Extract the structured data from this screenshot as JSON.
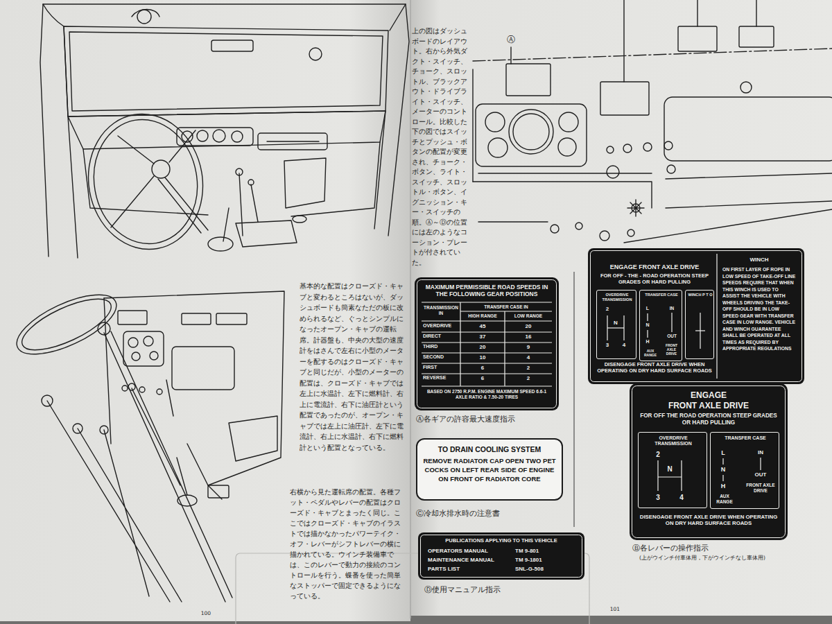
{
  "diagram": {
    "nodes": [
      {
        "text": [
          "MAXIMUM PERMISSIBLE ROAD SPEEDS IN THE FOLLOWING GEAR POSITIONS",
          "TRANSMISSION IN",
          "TRANSFER CASE IN",
          "HIGH RANGE",
          "LOW RANGE",
          "OVERDRIVE",
          "45",
          "20",
          "DIRECT",
          "37",
          "16",
          "THIRD",
          "20",
          "9",
          "SECOND",
          "10",
          "4",
          "FIRST",
          "6",
          "2",
          "REVERSE",
          "6",
          "2",
          "BASED ON 2750 R.P.M. ENGINE MAXIMUM SPEED 6.6-1 AXLE RATIO & 7.50-20 TIRES"
        ]
      },
      {
        "text": [
          "TO DRAIN COOLING SYSTEM",
          "REMOVE RADIATOR CAP OPEN TWO PET COCKS ON LEFT REAR SIDE OF ENGINE ON FRONT OF RADIATOR CORE"
        ]
      },
      {
        "text": [
          "PUBLICATIONS APPLYING TO THIS VEHICLE",
          "OPERATORS MANUAL",
          "TM 9-801",
          "MAINTENANCE MANUAL",
          "TM 9-1801",
          "PARTS LIST",
          "SNL-G-508"
        ]
      },
      {
        "text": [
          "ENGAGE FRONT AXLE DRIVE",
          "FOR OFF - THE - ROAD OPERATION STEEP GRADES OR HARD PULLING",
          "DISENGAGE FRONT AXLE DRIVE WHEN OPERATING ON DRY HARD SURFACE ROADS",
          "WINCH",
          "ON FIRST LAYER OF ROPE IN LOW SPEED OF TAKE-OFF LINE SPEEDS REQUIRE THAT WHEN THIS WINCH IS USED TO ASSIST THE VEHICLE WITH WHEELS DRIVING THE TAKE-OFF SHOULD BE IN LOW SPEED GEAR WITH TRANSFER CASE IN LOW RANGE. VEHICLE AND WINCH GUARANTEE SHALL BE OPERATED AT ALL TIMES AS REQUIRED BY APPROPRIATE REGULATIONS"
        ]
      },
      {
        "text": [
          "OVERDRIVE TRANSMISSION",
          "2",
          "N",
          "3",
          "4"
        ],
        "in": 3
      },
      {
        "text": [
          "TRANSFER CASE",
          "L",
          "N",
          "H",
          "AUX RANGE",
          "IN",
          "OUT",
          "FRONT AXLE DRIVE"
        ],
        "in": 3
      },
      {
        "text": [
          "WINCH P T O"
        ],
        "in": 3
      },
      {
        "text": [
          "ENGAGE",
          "FRONT AXLE DRIVE",
          "FOR OFF THE ROAD OPERATION STEEP GRADES OR HARD PULLING",
          "DISENGAGE FRONT AXLE DRIVE WHEN OPERATING ON DRY HARD SURFACE ROADS"
        ]
      },
      {
        "text": [
          "OVERDRIVE TRANSMISSION",
          "2",
          "N",
          "3",
          "4"
        ],
        "in": 7
      },
      {
        "text": [
          "TRANSFER CASE",
          "L",
          "N",
          "H",
          "AUX RANGE",
          "IN",
          "OUT",
          "FRONT AXLE DRIVE"
        ],
        "in": 7
      }
    ],
    "labels": [
      "Ⓐ",
      "上の図はダッシュボードのレイアウト。右から外気ダクト・スイッチ、チョーク、スロットル、ブラックアウト・ドライブライト・スイッチ、メーターのコントロール。比較した下の図ではスイッチとプッシュ・ボタンの配置が変更され、チョーク・ボタン、ライト・スイッチ、スロットル・ボタン、イグニッション・キー・スイッチの順。Ⓐ～Ⓓの位置には左のようなコーション・プレートが付されていた。",
      "基本的な配置はクローズド・キャブと変わるところはないが、ダッシュボードも簡素なただの板に改められるなど、ぐっとシンプルになったオープン・キャブの運転席。計器盤も、中央の大型の速度計をはさんで左右に小型のメーターを配するのはクローズド・キャブと同じだが、小型のメーターの配置は、クローズド・キャブでは左上に水温計、左下に燃料計、右上に電流計、右下に油圧計という配置であったのが、オープン・キャブでは左上に油圧計、左下に電流計、右上に水温計、右下に燃料計という配置となっている。",
      "右横から見た運転席の配置。各種フット・ペダルやレバーの配置はクローズド・キャブとまったく同じ。ここではクローズド・キャブのイラストでは描かなかったパワーテイク・オフ・レバーがシフトレバーの横に描かれている。ウインチ装備車では、このレバーで動力の接続のコントロールを行う。蝶番を使った簡単なストッパーで固定できるようになっている。",
      "Ⓐ各ギアの許容最大速度指示",
      "Ⓒ冷却水排水時の注意書",
      "Ⓓ使用マニュアル指示",
      "Ⓑ各レバーの操作指示",
      "(上がウインチ付車体用，下がウインチなし車体用)",
      "100",
      "101"
    ]
  }
}
